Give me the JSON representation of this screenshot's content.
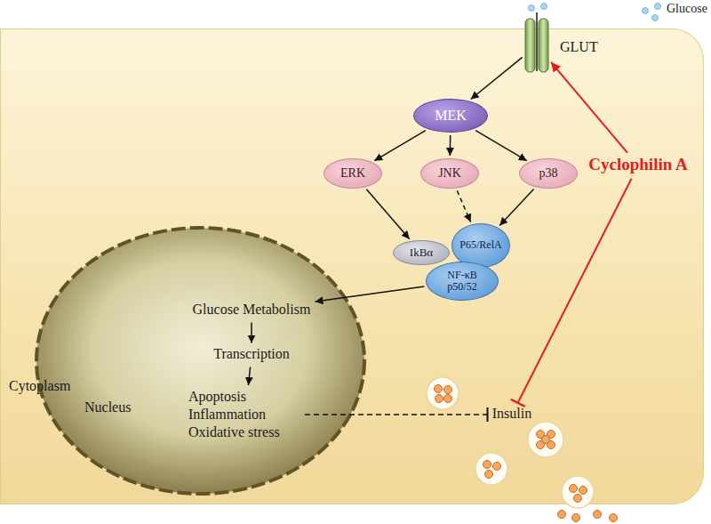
{
  "diagram": {
    "nodes": [
      {
        "text": [
          "Cytoplasm"
        ]
      },
      {
        "text": [
          "GLUT"
        ],
        "in": 0
      },
      {
        "text": [
          "MEK"
        ],
        "in": 0
      },
      {
        "text": [
          "ERK"
        ],
        "in": 0
      },
      {
        "text": [
          "JNK"
        ],
        "in": 0
      },
      {
        "text": [
          "p38"
        ],
        "in": 0
      },
      {
        "text": [
          "Cyclophilin A"
        ],
        "in": 0
      },
      {
        "text": [
          "IkBα"
        ],
        "in": 0
      },
      {
        "text": [
          "P65/RelA"
        ],
        "in": 0
      },
      {
        "text": [
          "NF-κB p50/52"
        ],
        "in": 0
      },
      {
        "text": [
          "Nucleus"
        ],
        "in": 0
      },
      {
        "text": [
          "Glucose Metabolism"
        ],
        "in": 10
      },
      {
        "text": [
          "Transcription"
        ],
        "in": 10
      },
      {
        "text": [
          "Apoptosis Inflammation Oxidative stress"
        ],
        "in": 10
      },
      {
        "text": [
          "Insulin"
        ],
        "in": 0
      }
    ],
    "edges": [
      {
        "from": 1,
        "to": 2,
        "arrow": "to"
      },
      {
        "from": 2,
        "to": 3,
        "arrow": "to"
      },
      {
        "from": 2,
        "to": 4,
        "arrow": "to"
      },
      {
        "from": 2,
        "to": 5,
        "arrow": "to"
      },
      {
        "from": 3,
        "to": 7,
        "arrow": "to"
      },
      {
        "from": 4,
        "to": 8,
        "arrow": "to"
      },
      {
        "from": 5,
        "to": 8,
        "arrow": "to"
      },
      {
        "from": 9,
        "to": 11,
        "arrow": "to"
      },
      {
        "from": 11,
        "to": 12,
        "arrow": "to"
      },
      {
        "from": 12,
        "to": 13,
        "arrow": "to"
      },
      {
        "from": 13,
        "to": 14,
        "arrow": "to"
      },
      {
        "from": 6,
        "to": 1,
        "arrow": "to"
      },
      {
        "from": 6,
        "to": 14,
        "arrow": "to"
      }
    ],
    "labels": [
      "Glucose"
    ]
  }
}
